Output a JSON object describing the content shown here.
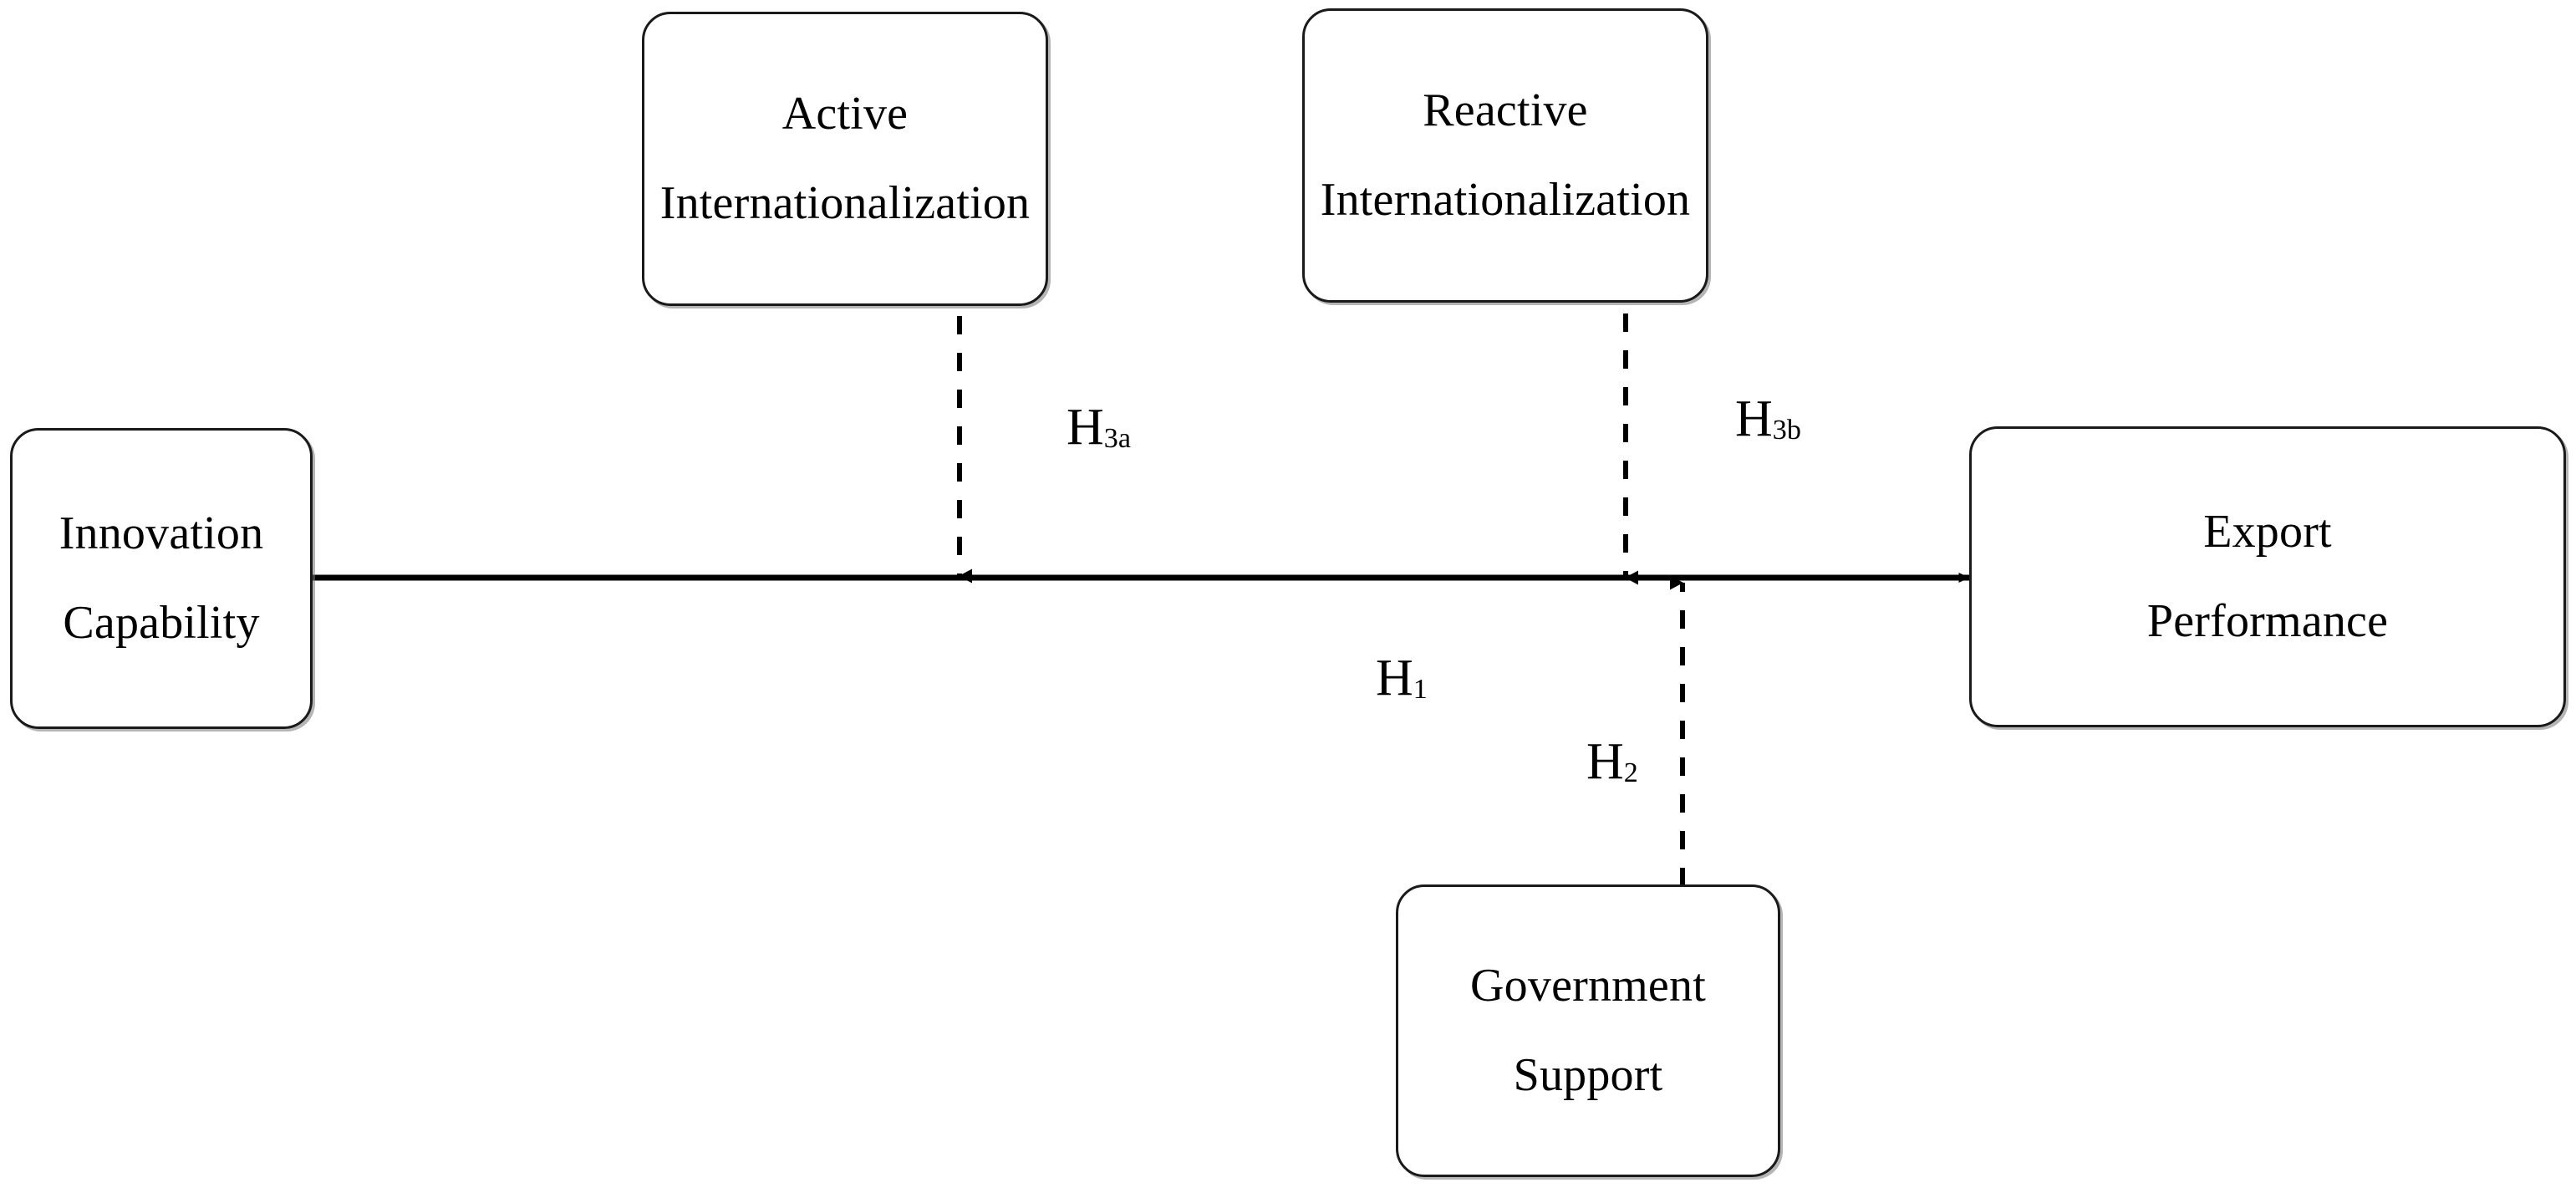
{
  "diagram": {
    "type": "conceptual-research-model",
    "background_color": "#ffffff",
    "line_color": "#000000",
    "box_border_color": "#1a1a1a",
    "nodes": [
      {
        "id": "active-internationalization",
        "line1": "Active",
        "line2": "Internationalization",
        "role": "moderator"
      },
      {
        "id": "reactive-internationalization",
        "line1": "Reactive",
        "line2": "Internationalization",
        "role": "moderator"
      },
      {
        "id": "innovation-capability",
        "line1": "Innovation",
        "line2": "Capability",
        "role": "independent-variable"
      },
      {
        "id": "export-performance",
        "line1": "Export",
        "line2": "Performance",
        "role": "dependent-variable"
      },
      {
        "id": "government-support",
        "line1": "Government",
        "line2": "Support",
        "role": "moderator"
      }
    ],
    "hypotheses": [
      {
        "id": "h1",
        "letter": "H",
        "subscript": "1",
        "label": "H1",
        "relation": "Innovation Capability -> Export Performance",
        "line_style": "solid"
      },
      {
        "id": "h2",
        "letter": "H",
        "subscript": "2",
        "label": "H2",
        "relation": "Government Support moderates Innovation Capability -> Export Performance",
        "line_style": "dashed"
      },
      {
        "id": "h3a",
        "letter": "H",
        "subscript": "3a",
        "label": "H3a",
        "relation": "Active Internationalization moderates Innovation Capability -> Export Performance",
        "line_style": "dashed"
      },
      {
        "id": "h3b",
        "letter": "H",
        "subscript": "3b",
        "label": "H3b",
        "relation": "Reactive Internationalization moderates Innovation Capability -> Export Performance",
        "line_style": "dashed"
      }
    ]
  }
}
